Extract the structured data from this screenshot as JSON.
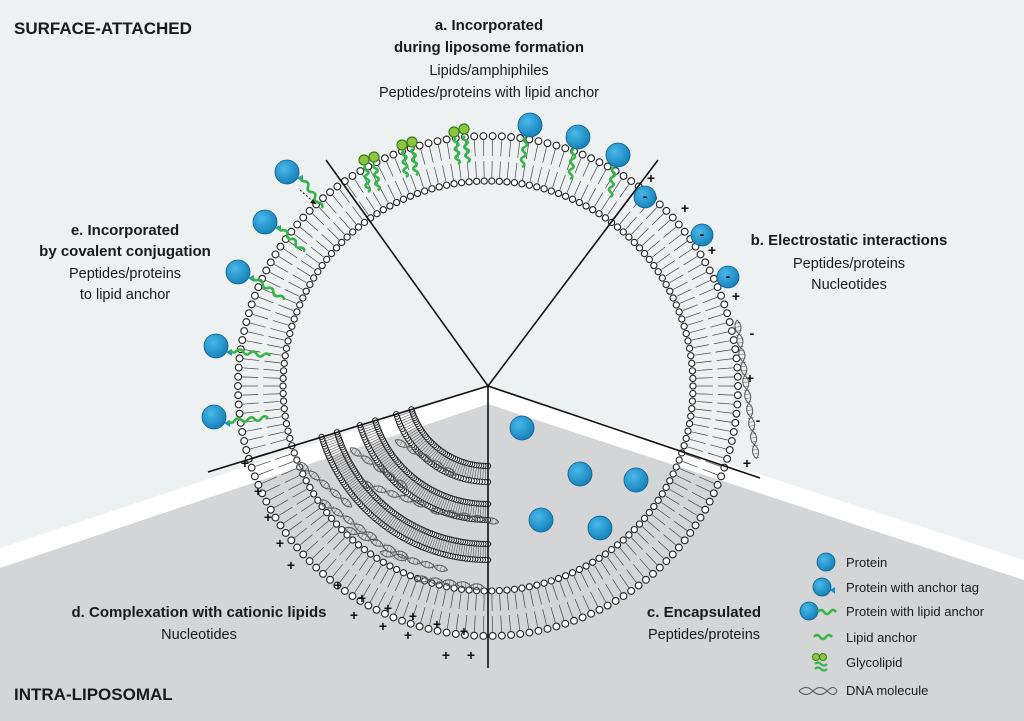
{
  "regions": {
    "top": "SURFACE-ATTACHED",
    "bottom": "INTRA-LIPOSOMAL"
  },
  "sections": {
    "a": {
      "title": [
        "a. Incorporated",
        "during liposome formation"
      ],
      "lines": [
        "Lipids/amphiphiles",
        "Peptides/proteins with lipid anchor"
      ]
    },
    "b": {
      "title": [
        "b. Electrostatic interactions"
      ],
      "lines": [
        "Peptides/proteins",
        "Nucleotides"
      ]
    },
    "c": {
      "title": [
        "c. Encapsulated"
      ],
      "lines": [
        "Peptides/proteins"
      ]
    },
    "d": {
      "title": [
        "d. Complexation with cationic lipids"
      ],
      "lines": [
        "Nucleotides"
      ]
    },
    "e": {
      "title": [
        "e. Incorporated",
        "by covalent conjugation"
      ],
      "lines": [
        "Peptides/proteins",
        "to lipid anchor"
      ]
    }
  },
  "legend": [
    {
      "label": "Protein",
      "icon": "protein-icon"
    },
    {
      "label": "Protein with anchor tag",
      "icon": "anchor-tag-protein-icon"
    },
    {
      "label": "Protein with lipid anchor",
      "icon": "lipid-anchor-protein-icon"
    },
    {
      "label": "Lipid anchor",
      "icon": "lipid-anchor-icon"
    },
    {
      "label": "Glycolipid",
      "icon": "glycolipid-icon"
    },
    {
      "label": "DNA molecule",
      "icon": "dna-icon"
    }
  ],
  "symbols": {
    "plus": "+",
    "minus": "-"
  },
  "colors": {
    "top_bg": "#edf1f1",
    "bottom_bg": "#d3d5d7",
    "protein": "#1b8fc8",
    "protein_stroke": "#0e5f8a",
    "lipid_anchor": "#36b44a",
    "glycolipid": "#8cc63f",
    "membrane": "#222222"
  }
}
